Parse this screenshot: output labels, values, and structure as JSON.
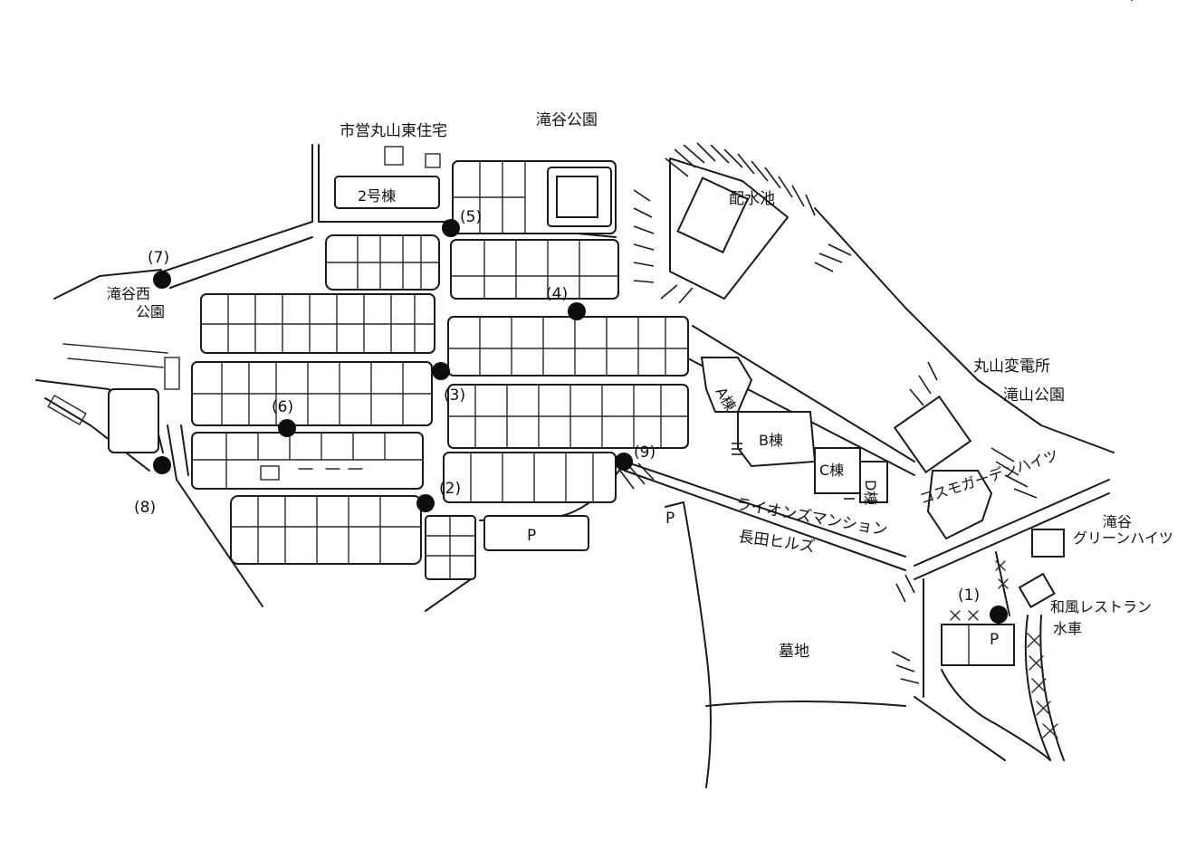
{
  "map": {
    "colors": {
      "ink": "#1a1a1a",
      "marker": "#0d0d0d",
      "paper": "#ffffff"
    },
    "labels": {
      "shiei": "市営丸山東住宅",
      "nigoto": "2号棟",
      "takitani_park": "滝谷公園",
      "haisuichi": "配水池",
      "takitani_nishi_1": "滝谷西",
      "takitani_nishi_2": "公園",
      "maruyama_hendensho": "丸山変電所",
      "takiyama_park": "滝山公園",
      "community_heights": "コスモガーデンハイツ",
      "takitani_green_1": "滝谷",
      "takitani_green_2": "グリーンハイツ",
      "restaurant_1": "和風レストラン",
      "restaurant_2": "水車",
      "lions_1": "ライオンズマンション",
      "lions_2": "長田ヒルズ",
      "bochi": "墓地",
      "a_tou": "A棟",
      "b_tou": "B棟",
      "c_tou": "C棟",
      "d_tou": "D棟",
      "parking_1": "P",
      "parking_2": "P",
      "parking_3": "P"
    },
    "markers": [
      {
        "id": "1",
        "label": "(1)"
      },
      {
        "id": "2",
        "label": "(2)"
      },
      {
        "id": "3",
        "label": "(3)"
      },
      {
        "id": "4",
        "label": "(4)"
      },
      {
        "id": "5",
        "label": "(5)"
      },
      {
        "id": "6",
        "label": "(6)"
      },
      {
        "id": "7",
        "label": "(7)"
      },
      {
        "id": "8",
        "label": "(8)"
      },
      {
        "id": "9",
        "label": "(9)"
      }
    ]
  }
}
